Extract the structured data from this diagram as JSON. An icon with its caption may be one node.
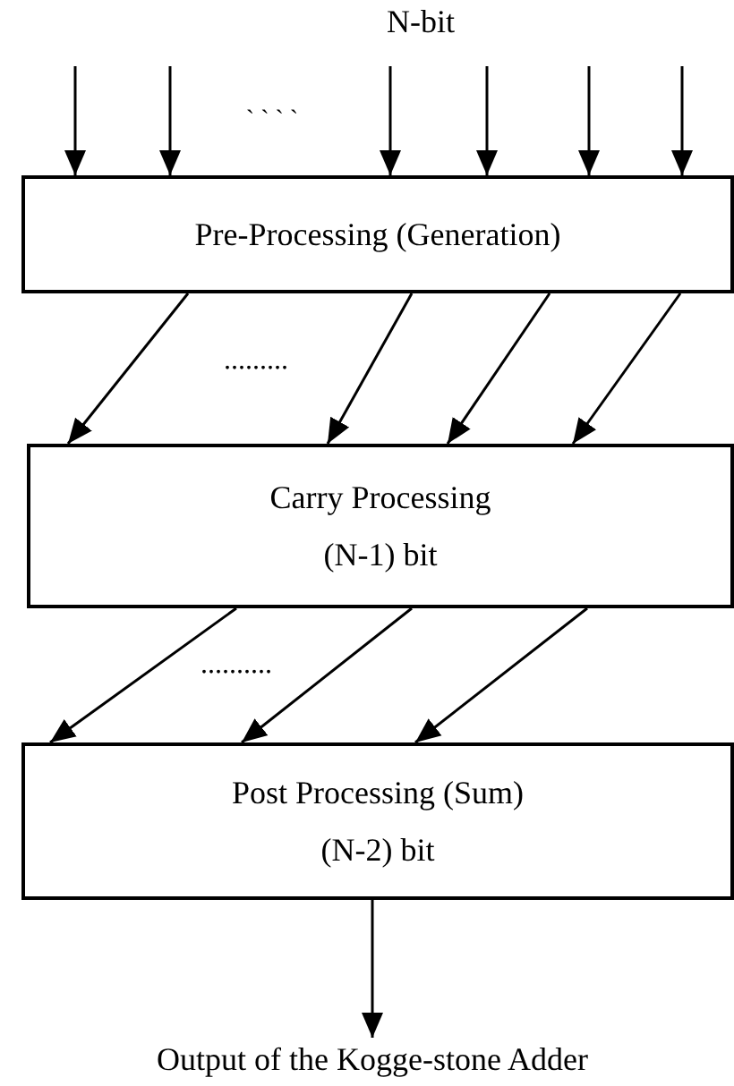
{
  "diagram": {
    "nodes": [
      {
        "text": [
          "Pre-Processing (Generation)"
        ]
      },
      {
        "text": [
          "Carry Processing",
          "(N-1) bit"
        ]
      },
      {
        "text": [
          "Post Processing (Sum)",
          "(N-2) bit"
        ]
      },
      {
        "text": [
          "Output of the Kogge-stone Adder"
        ]
      }
    ],
    "edges": [
      {
        "from": null,
        "to": 0,
        "arrow": "to"
      },
      {
        "from": null,
        "to": 0,
        "arrow": "to"
      },
      {
        "from": null,
        "to": 0,
        "arrow": "to"
      },
      {
        "from": null,
        "to": 0,
        "arrow": "to"
      },
      {
        "from": null,
        "to": 0,
        "arrow": "to"
      },
      {
        "from": null,
        "to": 0,
        "arrow": "to"
      },
      {
        "from": 0,
        "to": 1,
        "arrow": "to"
      },
      {
        "from": 0,
        "to": 1,
        "arrow": "to"
      },
      {
        "from": 0,
        "to": 1,
        "arrow": "to"
      },
      {
        "from": 0,
        "to": 1,
        "arrow": "to"
      },
      {
        "from": 1,
        "to": 2,
        "arrow": "to"
      },
      {
        "from": 1,
        "to": 2,
        "arrow": "to"
      },
      {
        "from": 1,
        "to": 2,
        "arrow": "to"
      },
      {
        "from": 2,
        "to": 3,
        "arrow": "to"
      }
    ],
    "labels": [
      "N-bit",
      "` ` ` `",
      ".........",
      ".........."
    ]
  }
}
